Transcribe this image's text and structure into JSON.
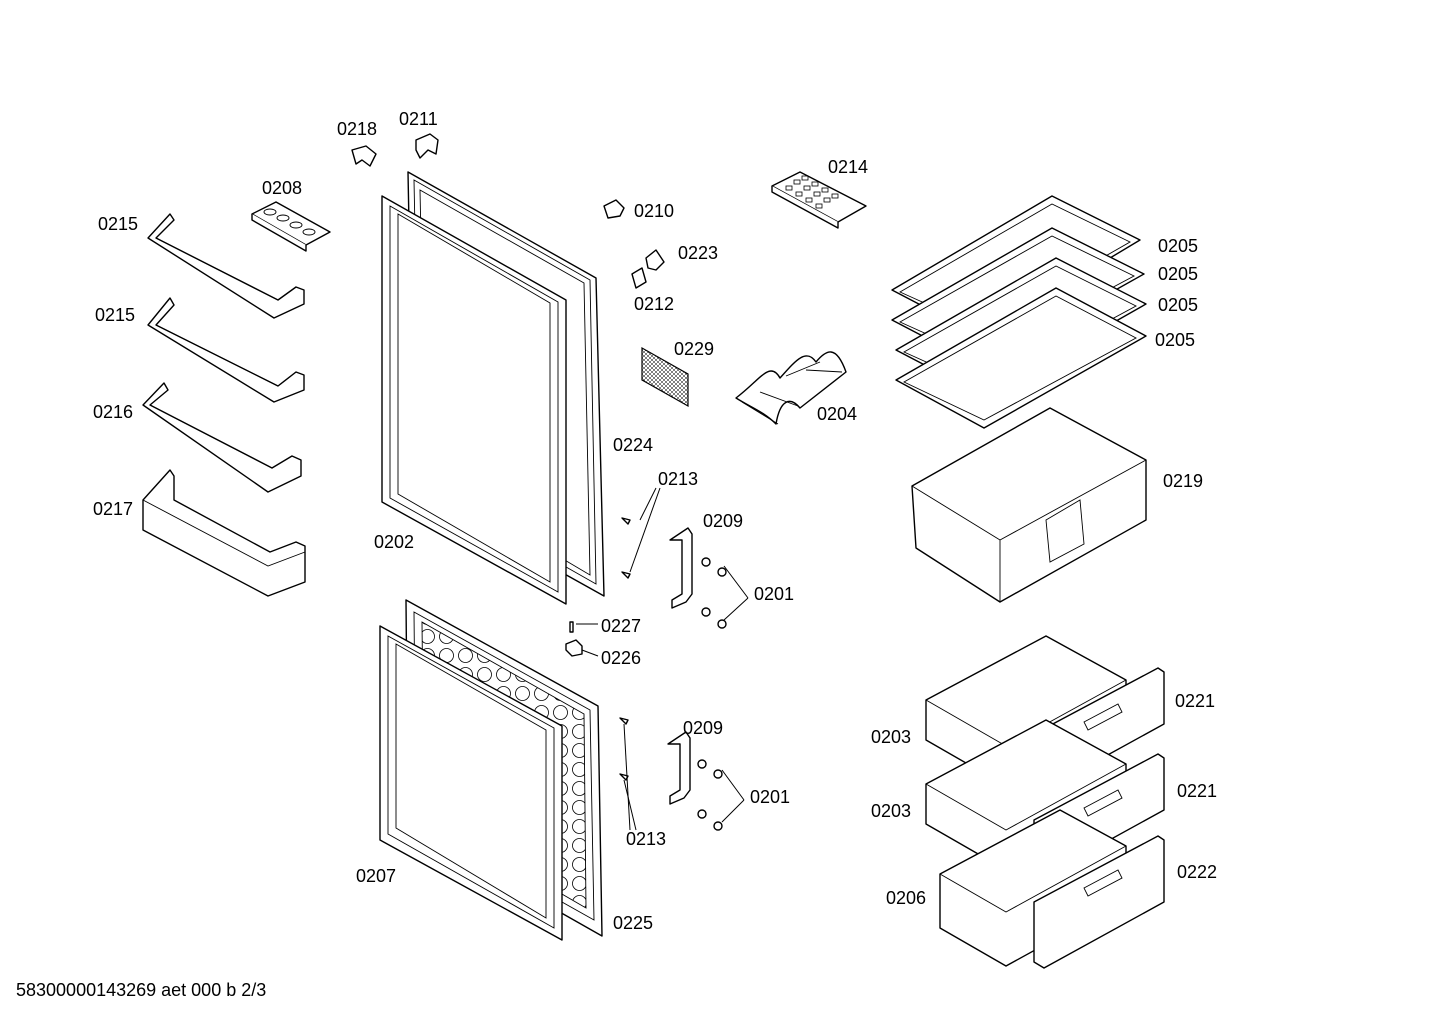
{
  "labels": {
    "p0218": "0218",
    "p0211": "0211",
    "p0208": "0208",
    "p0215a": "0215",
    "p0215b": "0215",
    "p0216": "0216",
    "p0217": "0217",
    "p0202": "0202",
    "p0210": "0210",
    "p0223": "0223",
    "p0212": "0212",
    "p0229": "0229",
    "p0224": "0224",
    "p0213a": "0213",
    "p0209a": "0209",
    "p0201a": "0201",
    "p0227": "0227",
    "p0226": "0226",
    "p0209b": "0209",
    "p0201b": "0201",
    "p0213b": "0213",
    "p0207": "0207",
    "p0225": "0225",
    "p0214": "0214",
    "p0205a": "0205",
    "p0205b": "0205",
    "p0205c": "0205",
    "p0205d": "0205",
    "p0204": "0204",
    "p0219": "0219",
    "p0221a": "0221",
    "p0203a": "0203",
    "p0221b": "0221",
    "p0203b": "0203",
    "p0222": "0222",
    "p0206": "0206"
  },
  "footer": "58300000143269 aet 000 b 2/3"
}
